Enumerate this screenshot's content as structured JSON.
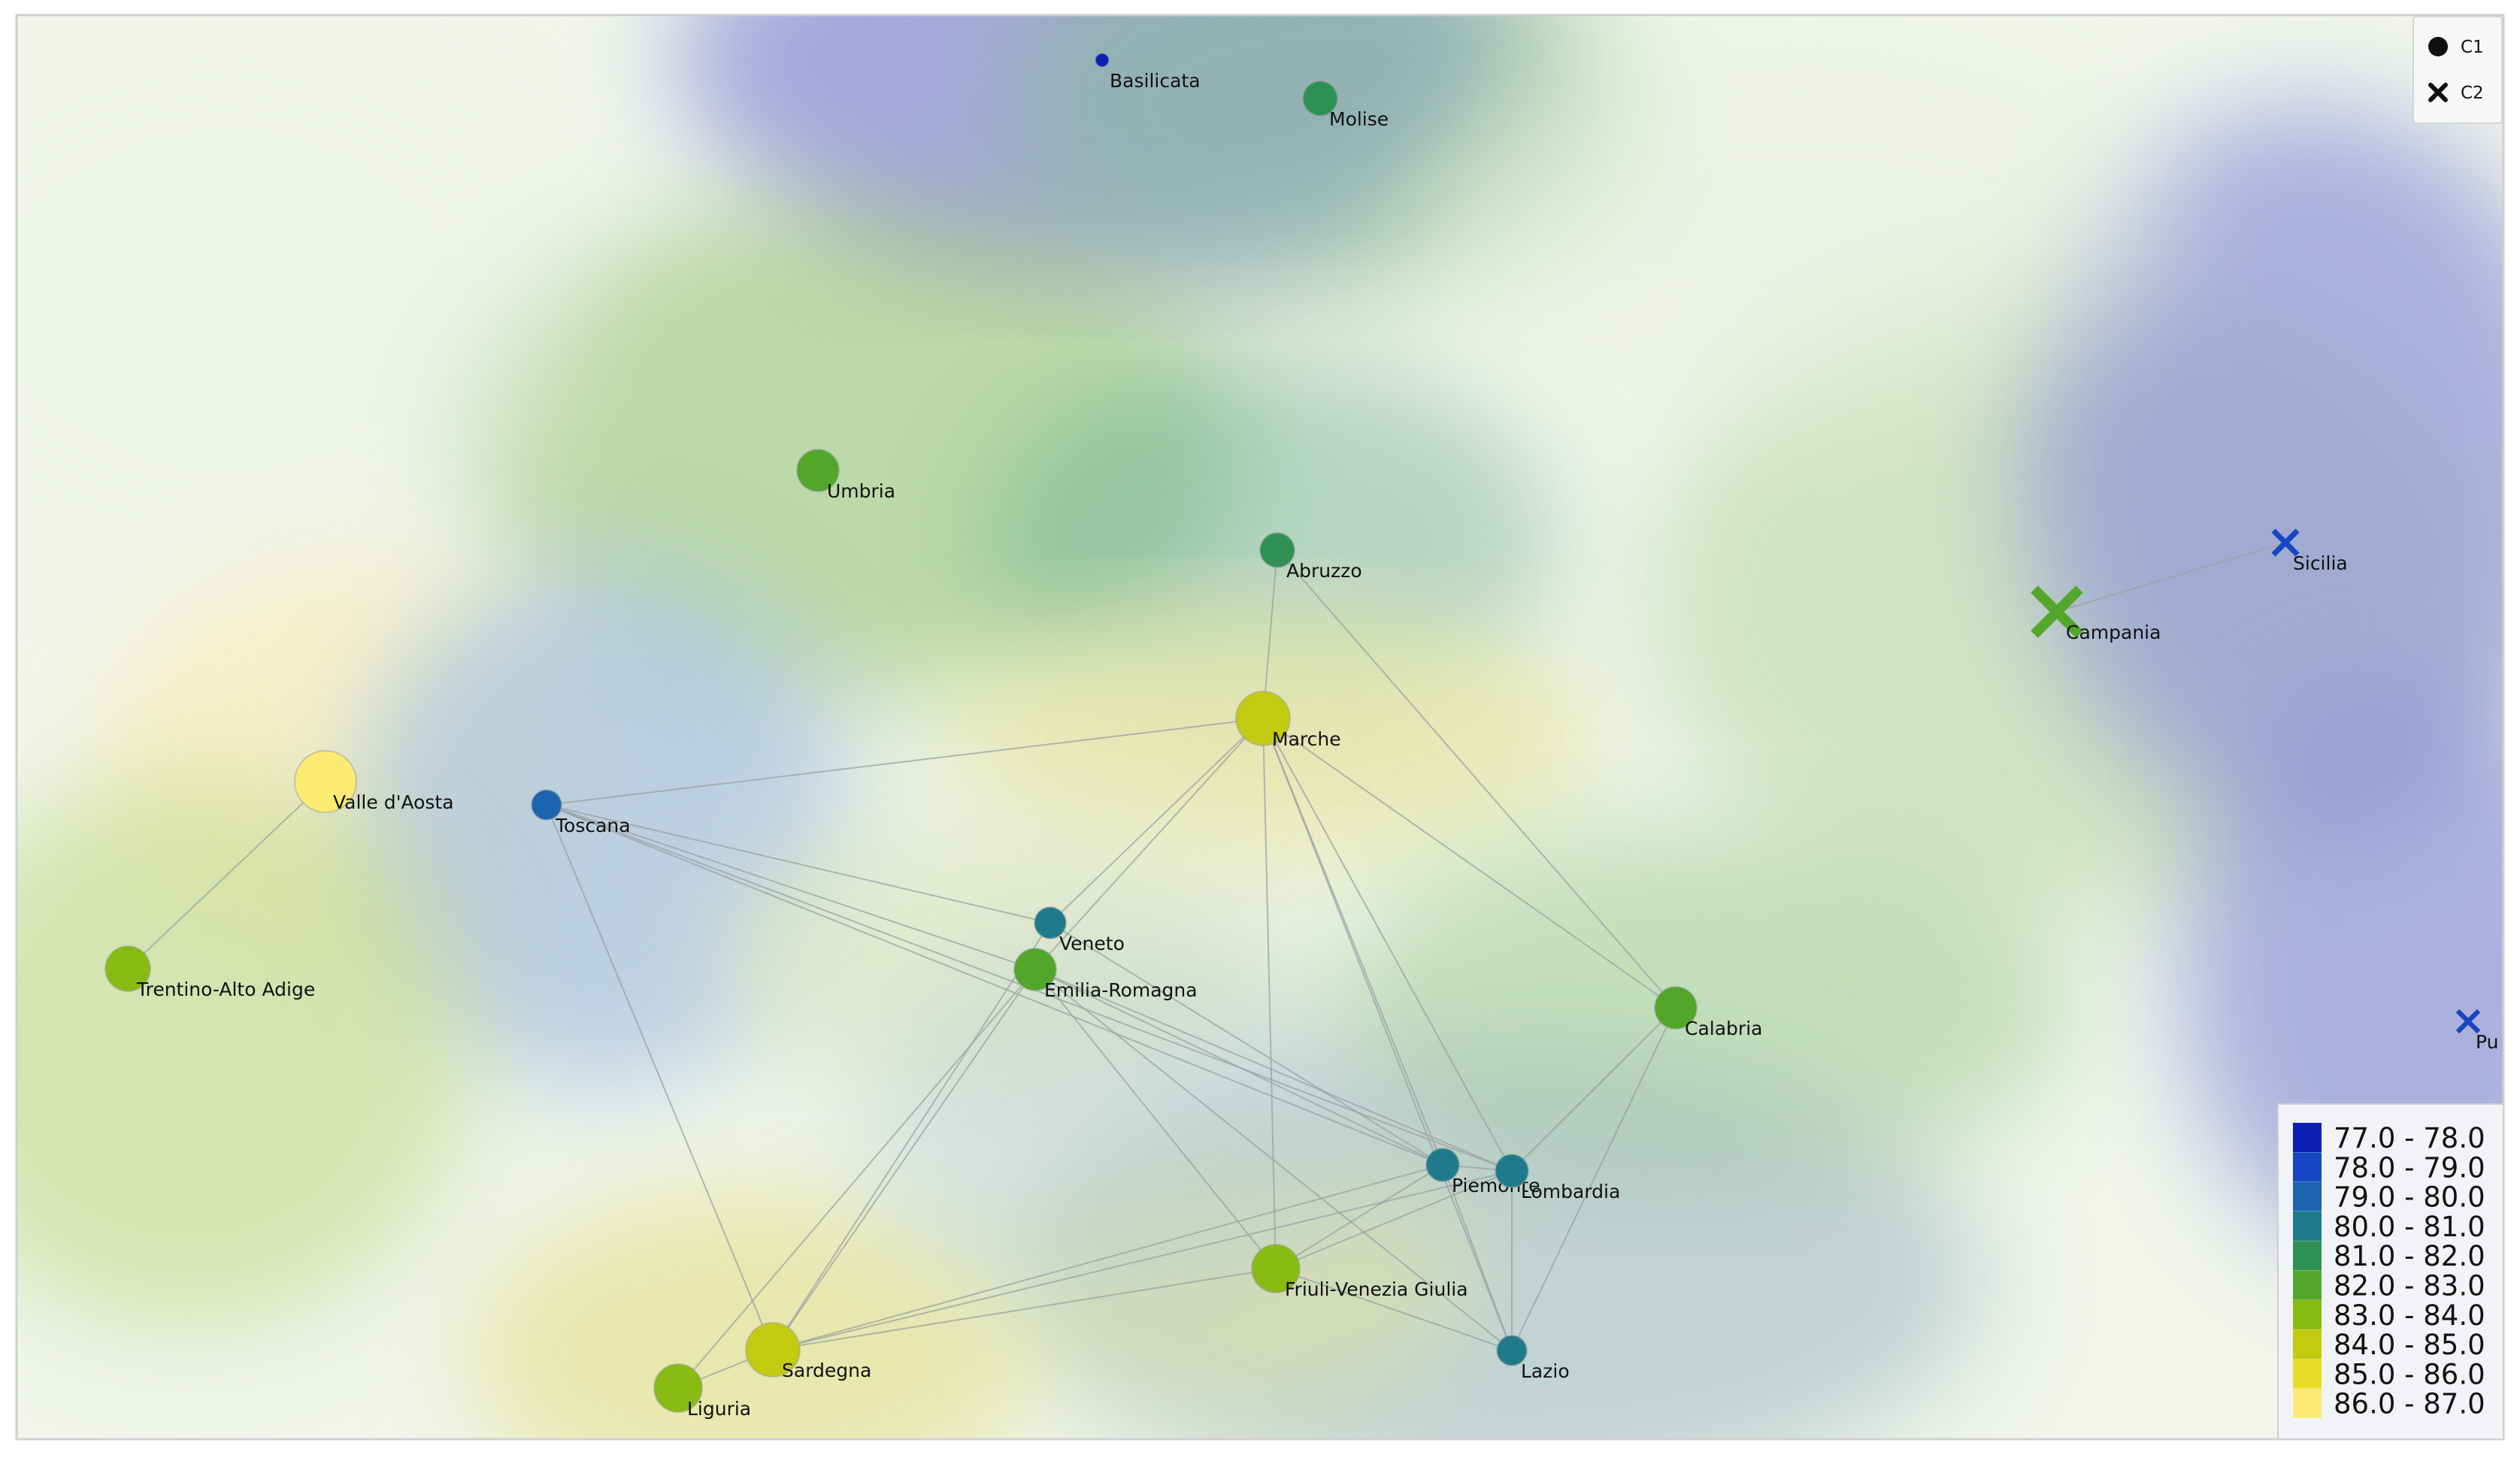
{
  "shape_legend": {
    "items": [
      {
        "shape": "circle",
        "label": "C1"
      },
      {
        "shape": "cross",
        "label": "C2"
      }
    ]
  },
  "color_legend": {
    "items": [
      {
        "label": "77.0 - 78.0",
        "color": "#0b1fb3"
      },
      {
        "label": "78.0 - 79.0",
        "color": "#1646c2"
      },
      {
        "label": "79.0 - 80.0",
        "color": "#1a64b0"
      },
      {
        "label": "80.0 - 81.0",
        "color": "#1f7a8c"
      },
      {
        "label": "81.0 - 82.0",
        "color": "#2e9153"
      },
      {
        "label": "82.0 - 83.0",
        "color": "#52a62a"
      },
      {
        "label": "83.0 - 84.0",
        "color": "#88bb12"
      },
      {
        "label": "84.0 - 85.0",
        "color": "#c2cb10"
      },
      {
        "label": "85.0 - 86.0",
        "color": "#e8db2a"
      },
      {
        "label": "86.0 - 87.0",
        "color": "#fbeb72"
      }
    ]
  },
  "nodes": [
    {
      "id": "basilicata",
      "label": "Basilicata",
      "group": "C1",
      "value": 77.5
    },
    {
      "id": "molise",
      "label": "Molise",
      "group": "C1",
      "value": 81.5
    },
    {
      "id": "umbria",
      "label": "Umbria",
      "group": "C1",
      "value": 82.5
    },
    {
      "id": "abruzzo",
      "label": "Abruzzo",
      "group": "C1",
      "value": 81.5
    },
    {
      "id": "sicilia",
      "label": "Sicilia",
      "group": "C2",
      "value": 78.5
    },
    {
      "id": "campania",
      "label": "Campania",
      "group": "C2",
      "value": 82.5
    },
    {
      "id": "marche",
      "label": "Marche",
      "group": "C1",
      "value": 84.5
    },
    {
      "id": "valle",
      "label": "Valle d'Aosta",
      "group": "C1",
      "value": 86.5
    },
    {
      "id": "toscana",
      "label": "Toscana",
      "group": "C1",
      "value": 79.5
    },
    {
      "id": "veneto",
      "label": "Veneto",
      "group": "C1",
      "value": 80.5
    },
    {
      "id": "emilia",
      "label": "Emilia-Romagna",
      "group": "C1",
      "value": 82.5
    },
    {
      "id": "trentino",
      "label": "Trentino-Alto Adige",
      "group": "C1",
      "value": 83.5
    },
    {
      "id": "calabria",
      "label": "Calabria",
      "group": "C1",
      "value": 82.5
    },
    {
      "id": "puglia",
      "label": "Pu",
      "group": "C2",
      "value": 78.5
    },
    {
      "id": "piemonte",
      "label": "Piemonte",
      "group": "C1",
      "value": 80.5
    },
    {
      "id": "lombardia",
      "label": "Lombardia",
      "group": "C1",
      "value": 80.5
    },
    {
      "id": "friuli",
      "label": "Friuli-Venezia Giulia",
      "group": "C1",
      "value": 83.5
    },
    {
      "id": "lazio",
      "label": "Lazio",
      "group": "C1",
      "value": 80.5
    },
    {
      "id": "sardegna",
      "label": "Sardegna",
      "group": "C1",
      "value": 84.5
    },
    {
      "id": "liguria",
      "label": "Liguria",
      "group": "C1",
      "value": 83.5
    }
  ],
  "edges": [
    [
      "sicilia",
      "campania"
    ],
    [
      "valle",
      "trentino"
    ],
    [
      "abruzzo",
      "marche"
    ],
    [
      "abruzzo",
      "calabria"
    ],
    [
      "marche",
      "toscana"
    ],
    [
      "marche",
      "veneto"
    ],
    [
      "marche",
      "emilia"
    ],
    [
      "marche",
      "calabria"
    ],
    [
      "marche",
      "piemonte"
    ],
    [
      "marche",
      "lombardia"
    ],
    [
      "marche",
      "friuli"
    ],
    [
      "marche",
      "lazio"
    ],
    [
      "toscana",
      "veneto"
    ],
    [
      "toscana",
      "emilia"
    ],
    [
      "toscana",
      "piemonte"
    ],
    [
      "toscana",
      "lombardia"
    ],
    [
      "toscana",
      "sardegna"
    ],
    [
      "veneto",
      "sardegna"
    ],
    [
      "veneto",
      "piemonte"
    ],
    [
      "emilia",
      "sardegna"
    ],
    [
      "emilia",
      "liguria"
    ],
    [
      "emilia",
      "piemonte"
    ],
    [
      "emilia",
      "lombardia"
    ],
    [
      "emilia",
      "friuli"
    ],
    [
      "emilia",
      "lazio"
    ],
    [
      "calabria",
      "lombardia"
    ],
    [
      "calabria",
      "lazio"
    ],
    [
      "piemonte",
      "lombardia"
    ],
    [
      "piemonte",
      "sardegna"
    ],
    [
      "piemonte",
      "friuli"
    ],
    [
      "piemonte",
      "lazio"
    ],
    [
      "lombardia",
      "sardegna"
    ],
    [
      "lombardia",
      "friuli"
    ],
    [
      "lombardia",
      "lazio"
    ],
    [
      "friuli",
      "sardegna"
    ],
    [
      "friuli",
      "lazio"
    ],
    [
      "sardegna",
      "liguria"
    ]
  ]
}
